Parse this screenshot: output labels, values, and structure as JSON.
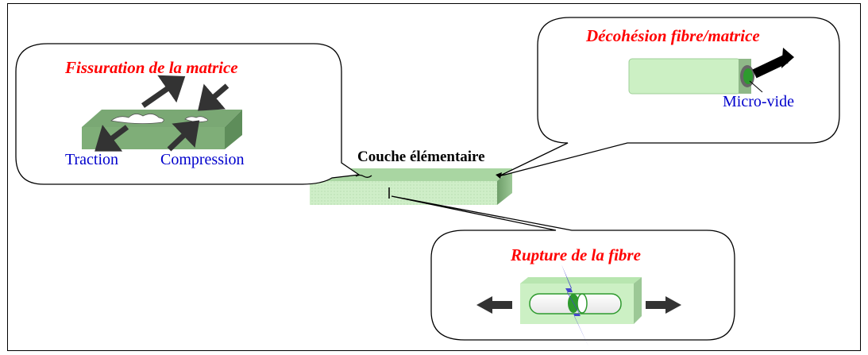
{
  "diagram": {
    "center_label": "Couche élémentaire",
    "matrix_crack": {
      "title": "Fissuration de la matrice",
      "traction_label": "Traction",
      "compression_label": "Compression"
    },
    "debonding": {
      "title": "Décohésion fibre/matrice",
      "void_label": "Micro-vide"
    },
    "fiber_break": {
      "title": "Rupture de la fibre"
    }
  },
  "colors": {
    "title_red": "#ff0000",
    "label_blue": "#0000cc",
    "light_green": "#ccf0c4",
    "mid_green": "#8fb888",
    "dark_green": "#5e8d5a",
    "fiber_green": "#2e9a2e",
    "arrow_dark": "#333333",
    "lightning": "#4444cc"
  }
}
